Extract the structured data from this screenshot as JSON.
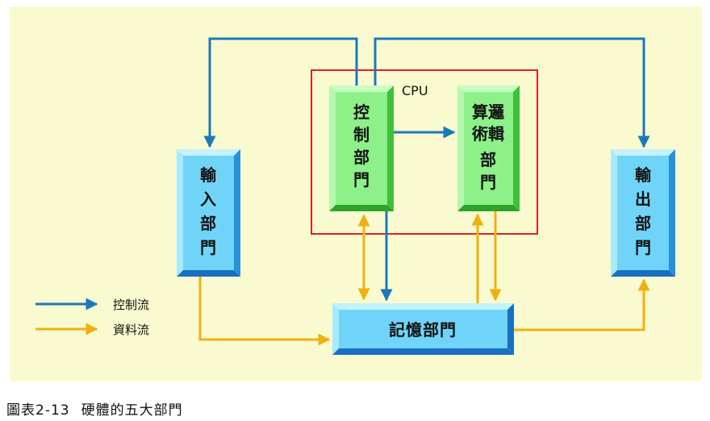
{
  "diagram": {
    "cpu_label": "CPU",
    "blocks": {
      "input": "輸入部門",
      "control": "控制部門",
      "alu": "算術邏輯部門",
      "output": "輸出部門",
      "memory": "記憶部門"
    },
    "legend": {
      "control_flow": "控制流",
      "data_flow": "資料流"
    },
    "colors": {
      "background": "#fafad0",
      "control_flow": "#1a7ab8",
      "data_flow": "#f2b010",
      "cpu_border": "#e02020",
      "green_block": "#8df088",
      "blue_block": "#6fd4f8"
    }
  },
  "caption": {
    "figure_no": "圖表2-13",
    "title": "硬體的五大部門"
  }
}
